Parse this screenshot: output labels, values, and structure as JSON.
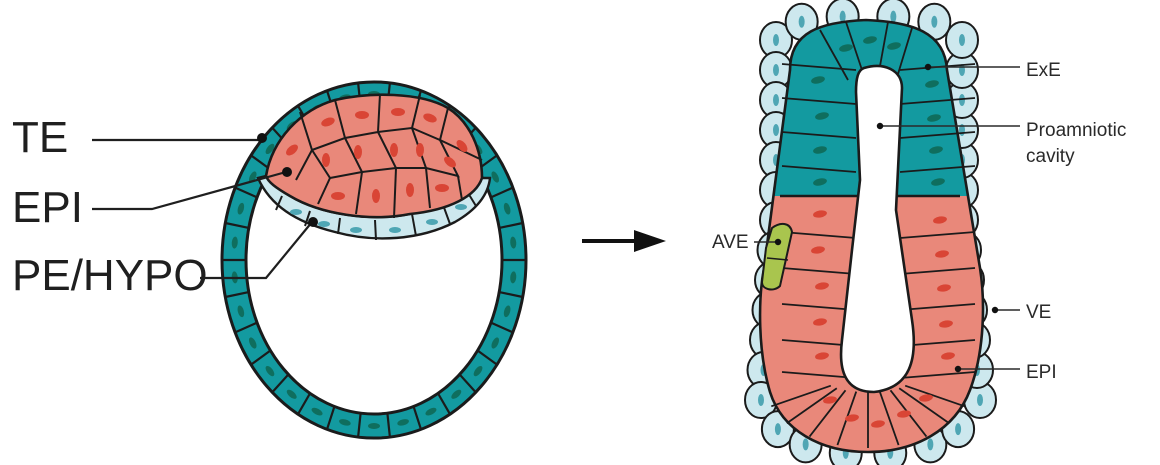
{
  "colors": {
    "trophectoderm": "#139aa0",
    "epiblast": "#e9887a",
    "primitive_endoderm": "#cde8ee",
    "ave": "#a9c54e",
    "outline": "#1b1b1b",
    "nucleus_teal": "#0f6e5e",
    "nucleus_red": "#d94535",
    "nucleus_blue": "#4fa6b4"
  },
  "left_diagram": {
    "labels": {
      "te": "TE",
      "epi": "EPI",
      "pe_hypo": "PE/HYPO"
    }
  },
  "arrow_icon": "right-arrow-icon",
  "right_diagram": {
    "labels": {
      "exe": "ExE",
      "proamniotic_line1": "Proamniotic",
      "proamniotic_line2": "cavity",
      "ave": "AVE",
      "ve": "VE",
      "epi": "EPI"
    }
  }
}
